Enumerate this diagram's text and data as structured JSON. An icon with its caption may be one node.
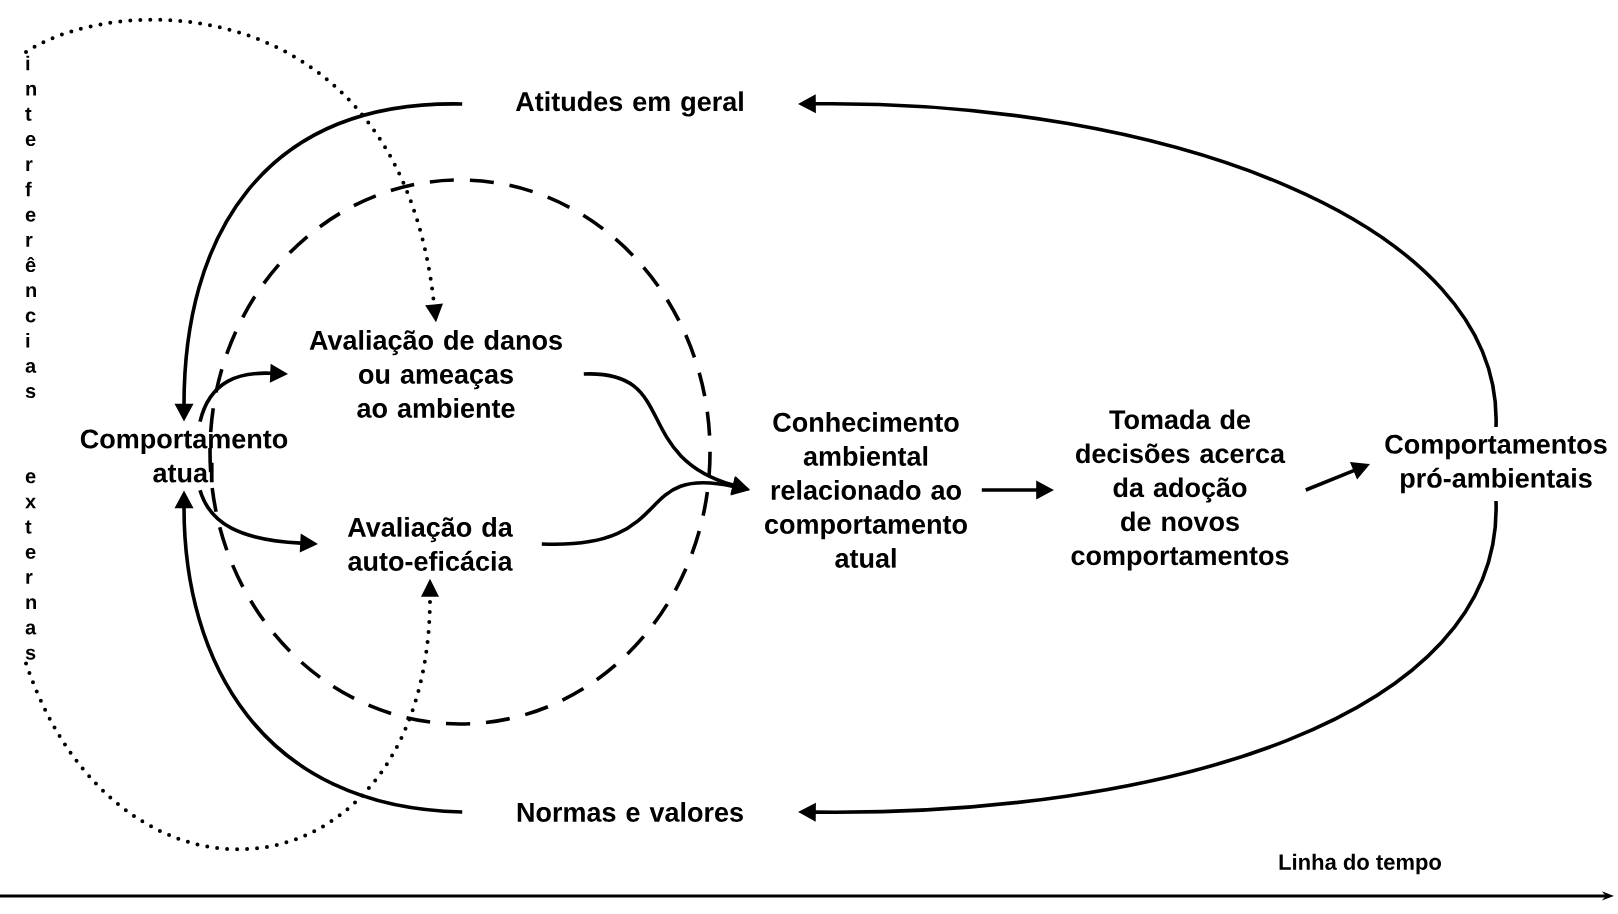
{
  "diagram": {
    "nodes": [
      {
        "text": [
          "Atitudes em geral"
        ]
      },
      {
        "text": [
          "Avaliação de danos ou ameaças ao ambiente"
        ]
      },
      {
        "text": [
          "Comportamento atual"
        ]
      },
      {
        "text": [
          "Avaliação da auto-eficácia"
        ]
      },
      {
        "text": [
          "Conhecimento ambiental relacionado ao comportamento atual"
        ]
      },
      {
        "text": [
          "Tomada de decisões acerca da adoção de novos comportamentos"
        ]
      },
      {
        "text": [
          "Comportamentos pró-ambientais"
        ]
      },
      {
        "text": [
          "Normas e valores"
        ]
      },
      {
        "text": [
          "interferências",
          "externas"
        ]
      }
    ],
    "edges": [
      {
        "from": 0,
        "to": 2,
        "arrow": "to"
      },
      {
        "from": 7,
        "to": 2,
        "arrow": "to"
      },
      {
        "from": 2,
        "to": 1,
        "arrow": "to"
      },
      {
        "from": 2,
        "to": 3,
        "arrow": "to"
      },
      {
        "from": 1,
        "to": 4,
        "arrow": "to"
      },
      {
        "from": 3,
        "to": 4,
        "arrow": "to"
      },
      {
        "from": 4,
        "to": 5,
        "arrow": "to"
      },
      {
        "from": 5,
        "to": 6,
        "arrow": "to"
      },
      {
        "from": 6,
        "to": 0,
        "arrow": "to"
      },
      {
        "from": 6,
        "to": 7,
        "arrow": "to"
      },
      {
        "from": 8,
        "to": 1,
        "arrow": "to",
        "style": "dashed"
      },
      {
        "from": 8,
        "to": 3,
        "arrow": "to",
        "style": "dashed"
      }
    ],
    "labels": [
      "Linha do tempo"
    ]
  }
}
